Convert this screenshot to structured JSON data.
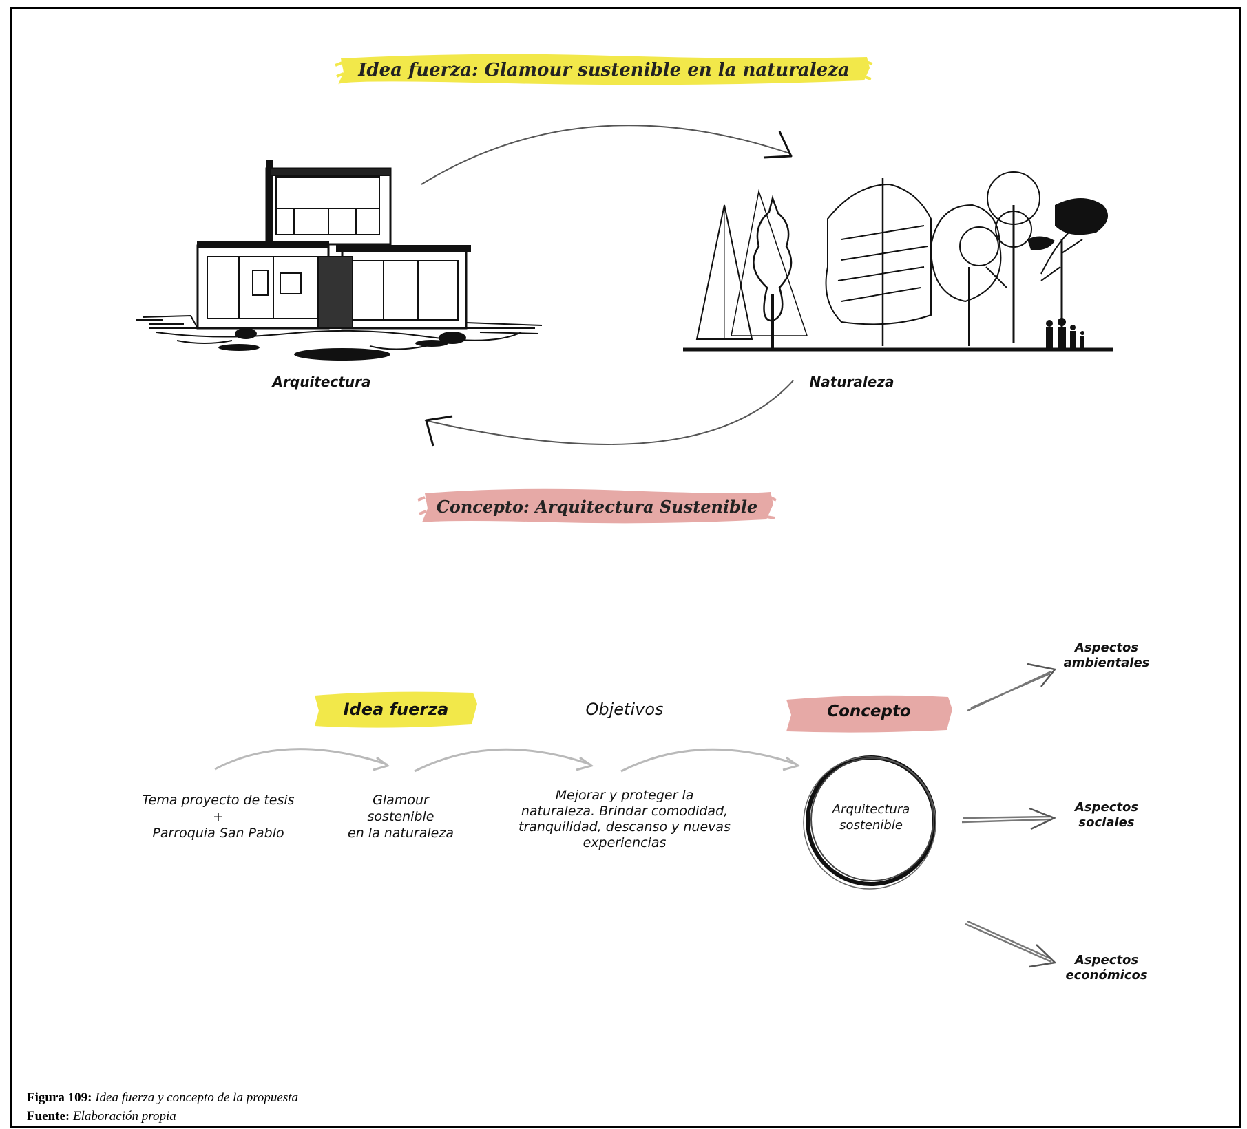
{
  "top": {
    "title": "Idea fuerza: Glamour sustenible en la naturaleza",
    "label_left": "Arquitectura",
    "label_right": "Naturaleza",
    "concept": "Concepto: Arquitectura Sustenible"
  },
  "flow": {
    "tag_idea": "Idea fuerza",
    "tag_objetivos": "Objetivos",
    "tag_concepto": "Concepto",
    "step1_line1": "Tema proyecto de tesis",
    "step1_line2": "+",
    "step1_line3": "Parroquia San Pablo",
    "step2_line1": "Glamour",
    "step2_line2": "sostenible",
    "step2_line3": "en la naturaleza",
    "step3_line1": "Mejorar y proteger la",
    "step3_line2": "naturaleza. Brindar comodidad,",
    "step3_line3": "tranquilidad, descanso y nuevas",
    "step3_line4": "experiencias",
    "circle_line1": "Arquitectura",
    "circle_line2": "sostenible",
    "aspect1_line1": "Aspectos",
    "aspect1_line2": "ambientales",
    "aspect2_line1": "Aspectos",
    "aspect2_line2": "sociales",
    "aspect3_line1": "Aspectos",
    "aspect3_line2": "económicos"
  },
  "caption": {
    "figure_label": "Figura 109:",
    "figure_text": "Idea fuerza y concepto de la propuesta",
    "source_label": "Fuente:",
    "source_text": "Elaboración propia"
  },
  "colors": {
    "highlight_yellow": "#f2e84a",
    "highlight_pink": "#e6a9a6",
    "ink": "#111111"
  }
}
